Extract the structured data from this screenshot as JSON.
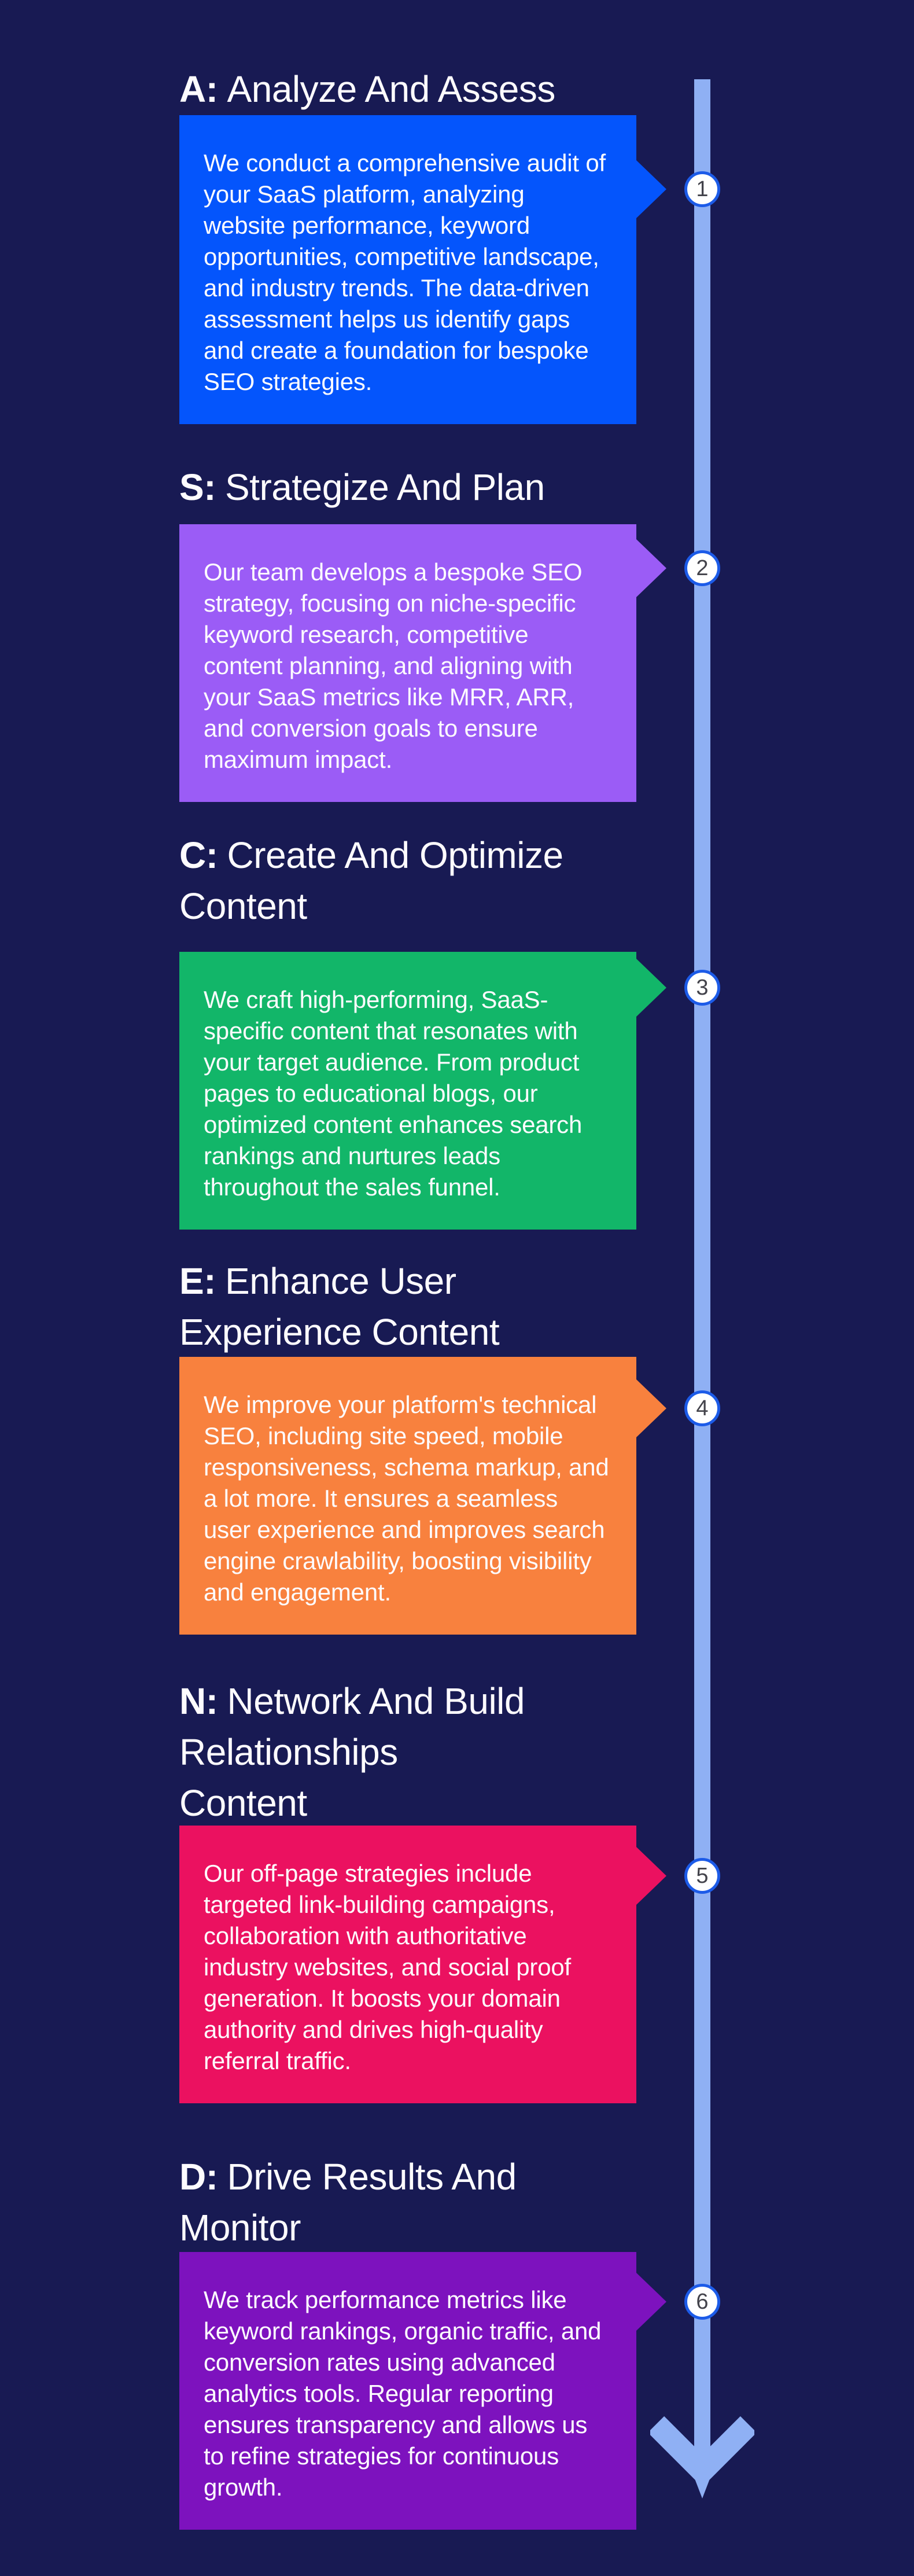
{
  "page": {
    "background": "#181A53",
    "text_color": "#FDFBFE"
  },
  "timeline": {
    "bar_color": "#8FB0F4",
    "circle_fill": "#FFFFFF",
    "circle_border_color": "#1C5BE8",
    "number_color": "#43434B"
  },
  "sections": [
    {
      "letter": "A:",
      "title": "Analyze And Assess",
      "title_lines": [
        "Analyze And Assess"
      ],
      "number": "1",
      "color": "#0455FC",
      "description": "We conduct a comprehensive audit of your SaaS platform, analyzing website performance, keyword opportunities, competitive landscape, and industry trends. The data-driven assessment helps us identify gaps and create a foundation for bespoke SEO strategies."
    },
    {
      "letter": "S:",
      "title": "Strategize And Plan",
      "title_lines": [
        "Strategize And Plan"
      ],
      "number": "2",
      "color": "#9B5CF6",
      "description": "Our team develops a bespoke SEO strategy, focusing on niche-specific keyword research, competitive content planning, and aligning with your SaaS metrics like MRR, ARR, and conversion goals to ensure maximum impact."
    },
    {
      "letter": "C:",
      "title": "Create And Optimize Content",
      "title_lines": [
        "Create And Optimize",
        "Content"
      ],
      "number": "3",
      "color": "#12B669",
      "description": "We craft high-performing, SaaS-specific content that resonates with your target audience. From product pages to educational blogs, our optimized content enhances search rankings and nurtures leads throughout the sales funnel."
    },
    {
      "letter": "E:",
      "title": "Enhance User Experience Content",
      "title_lines": [
        "Enhance User",
        "Experience Content"
      ],
      "number": "4",
      "color": "#F8813E",
      "description": "We improve your platform's technical SEO, including site speed, mobile responsiveness, schema markup, and a lot more. It ensures a seamless user experience and improves search engine crawlability, boosting visibility and engagement."
    },
    {
      "letter": "N:",
      "title": "Network And Build Relationships Content",
      "title_lines": [
        "Network And Build",
        "Relationships",
        "Content"
      ],
      "number": "5",
      "color": "#EB1160",
      "description": "Our off-page strategies include targeted link-building campaigns, collaboration with authoritative industry websites, and social proof generation. It boosts your domain authority and drives high-quality referral traffic."
    },
    {
      "letter": "D:",
      "title": "Drive Results And Monitor",
      "title_lines": [
        "Drive Results And",
        "Monitor"
      ],
      "number": "6",
      "color": "#7D12BE",
      "description": "We track performance metrics like keyword rankings, organic traffic, and conversion rates using advanced analytics tools. Regular reporting ensures transparency and allows us to refine strategies for continuous growth."
    }
  ]
}
